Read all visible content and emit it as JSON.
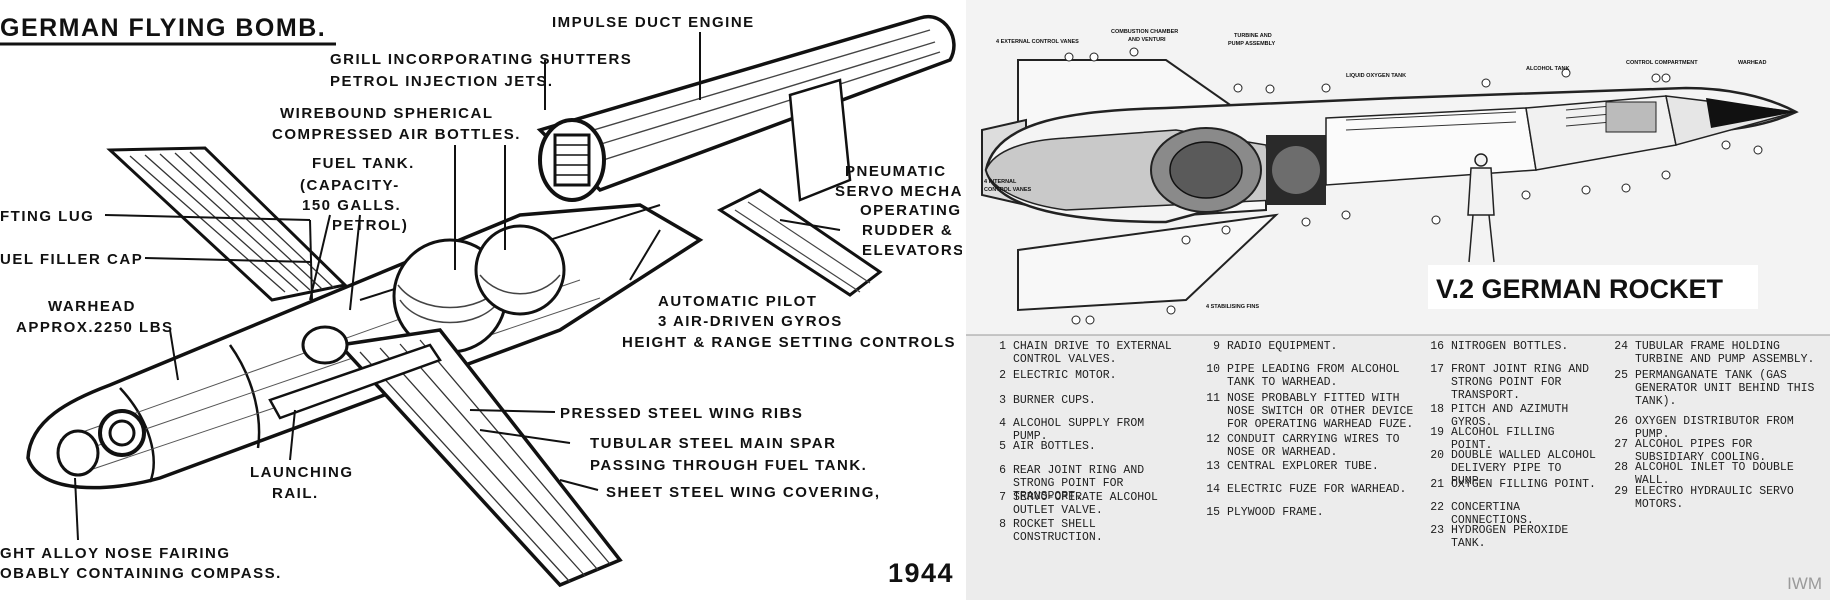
{
  "left_diagram": {
    "title": "GERMAN FLYING BOMB.",
    "year": "1944",
    "labels": {
      "impulse_duct_engine": "IMPULSE DUCT ENGINE",
      "grill_1": "GRILL INCORPORATING SHUTTERS",
      "grill_2": "PETROL INJECTION JETS.",
      "wirebound_1": "WIREBOUND SPHERICAL",
      "wirebound_2": "COMPRESSED AIR BOTTLES.",
      "fuel_tank_1": "FUEL TANK.",
      "fuel_tank_2": "(CAPACITY-",
      "fuel_tank_3": "150 GALLS.",
      "fuel_tank_4": "PETROL)",
      "pneumatic_1": "PNEUMATIC",
      "pneumatic_2": "SERVO MECHAN",
      "pneumatic_3": "OPERATING",
      "pneumatic_4": "RUDDER &",
      "pneumatic_5": "ELEVATORS",
      "lifting_lug": "FTING LUG",
      "fuel_filler": "UEL FILLER CAP",
      "warhead_1": "WARHEAD",
      "warhead_2": "APPROX.2250 LBS",
      "pilot_1": "AUTOMATIC PILOT",
      "pilot_2": "3 AIR-DRIVEN GYROS",
      "pilot_3": "HEIGHT & RANGE SETTING CONTROLS",
      "wing_ribs": "PRESSED STEEL WING RIBS",
      "spar_1": "TUBULAR STEEL MAIN SPAR",
      "spar_2": "PASSING THROUGH FUEL TANK.",
      "wing_cover": "SHEET STEEL WING COVERING,",
      "rail_1": "LAUNCHING",
      "rail_2": "RAIL.",
      "nose_1": "GHT ALLOY NOSE FAIRING",
      "nose_2": "OBABLY CONTAINING COMPASS."
    }
  },
  "right_diagram": {
    "title": "V.2 GERMAN ROCKET",
    "watermark": "IWM",
    "callouts": {
      "ext_vanes": "4 EXTERNAL CONTROL VANES",
      "combustion_1": "COMBUSTION CHAMBER",
      "combustion_2": "AND VENTURI",
      "turbine_1": "TURBINE AND",
      "turbine_2": "PUMP ASSEMBLY",
      "lox_tank": "LIQUID OXYGEN TANK",
      "alcohol_tank": "ALCOHOL TANK",
      "control_comp": "CONTROL COMPARTMENT",
      "warhead": "WARHEAD",
      "int_vanes_1": "4 INTERNAL",
      "int_vanes_2": "CONTROL VANES",
      "fins": "4 STABILISING FINS"
    },
    "legend": [
      [
        {
          "n": "1",
          "t": "CHAIN DRIVE TO EXTERNAL CONTROL VALVES."
        },
        {
          "n": "2",
          "t": "ELECTRIC MOTOR."
        },
        {
          "n": "3",
          "t": "BURNER CUPS."
        },
        {
          "n": "4",
          "t": "ALCOHOL SUPPLY FROM PUMP."
        },
        {
          "n": "5",
          "t": "AIR BOTTLES."
        },
        {
          "n": "6",
          "t": "REAR JOINT RING AND STRONG POINT FOR TRANSPORT."
        },
        {
          "n": "7",
          "t": "SERVO-OPERATE ALCOHOL OUTLET VALVE."
        },
        {
          "n": "8",
          "t": "ROCKET SHELL CONSTRUCTION."
        }
      ],
      [
        {
          "n": "9",
          "t": "RADIO EQUIPMENT."
        },
        {
          "n": "10",
          "t": "PIPE LEADING FROM ALCOHOL TANK TO WARHEAD."
        },
        {
          "n": "11",
          "t": "NOSE PROBABLY FITTED WITH NOSE SWITCH OR OTHER DEVICE FOR OPERATING WARHEAD FUZE."
        },
        {
          "n": "12",
          "t": "CONDUIT CARRYING WIRES TO NOSE OR WARHEAD."
        },
        {
          "n": "13",
          "t": "CENTRAL EXPLORER TUBE."
        },
        {
          "n": "14",
          "t": "ELECTRIC FUZE FOR WARHEAD."
        },
        {
          "n": "15",
          "t": "PLYWOOD FRAME."
        }
      ],
      [
        {
          "n": "16",
          "t": "NITROGEN BOTTLES."
        },
        {
          "n": "17",
          "t": "FRONT JOINT RING AND STRONG POINT FOR TRANSPORT."
        },
        {
          "n": "18",
          "t": "PITCH AND AZIMUTH GYROS."
        },
        {
          "n": "19",
          "t": "ALCOHOL FILLING POINT."
        },
        {
          "n": "20",
          "t": "DOUBLE WALLED ALCOHOL DELIVERY PIPE TO PUMP."
        },
        {
          "n": "21",
          "t": "OXYGEN FILLING POINT."
        },
        {
          "n": "22",
          "t": "CONCERTINA CONNECTIONS."
        },
        {
          "n": "23",
          "t": "HYDROGEN PEROXIDE TANK."
        }
      ],
      [
        {
          "n": "24",
          "t": "TUBULAR FRAME HOLDING TURBINE AND PUMP ASSEMBLY."
        },
        {
          "n": "25",
          "t": "PERMANGANATE TANK (GAS GENERATOR UNIT BEHIND THIS TANK)."
        },
        {
          "n": "26",
          "t": "OXYGEN DISTRIBUTOR FROM PUMP."
        },
        {
          "n": "27",
          "t": "ALCOHOL PIPES FOR SUBSIDIARY COOLING."
        },
        {
          "n": "28",
          "t": "ALCOHOL INLET TO DOUBLE WALL."
        },
        {
          "n": "29",
          "t": "ELECTRO HYDRAULIC SERVO MOTORS."
        }
      ]
    ]
  },
  "colors": {
    "ink": "#111111",
    "right_bg": "#ececec",
    "rocket_body": "#f4f4f4",
    "rocket_dark": "#2a2a2a"
  }
}
